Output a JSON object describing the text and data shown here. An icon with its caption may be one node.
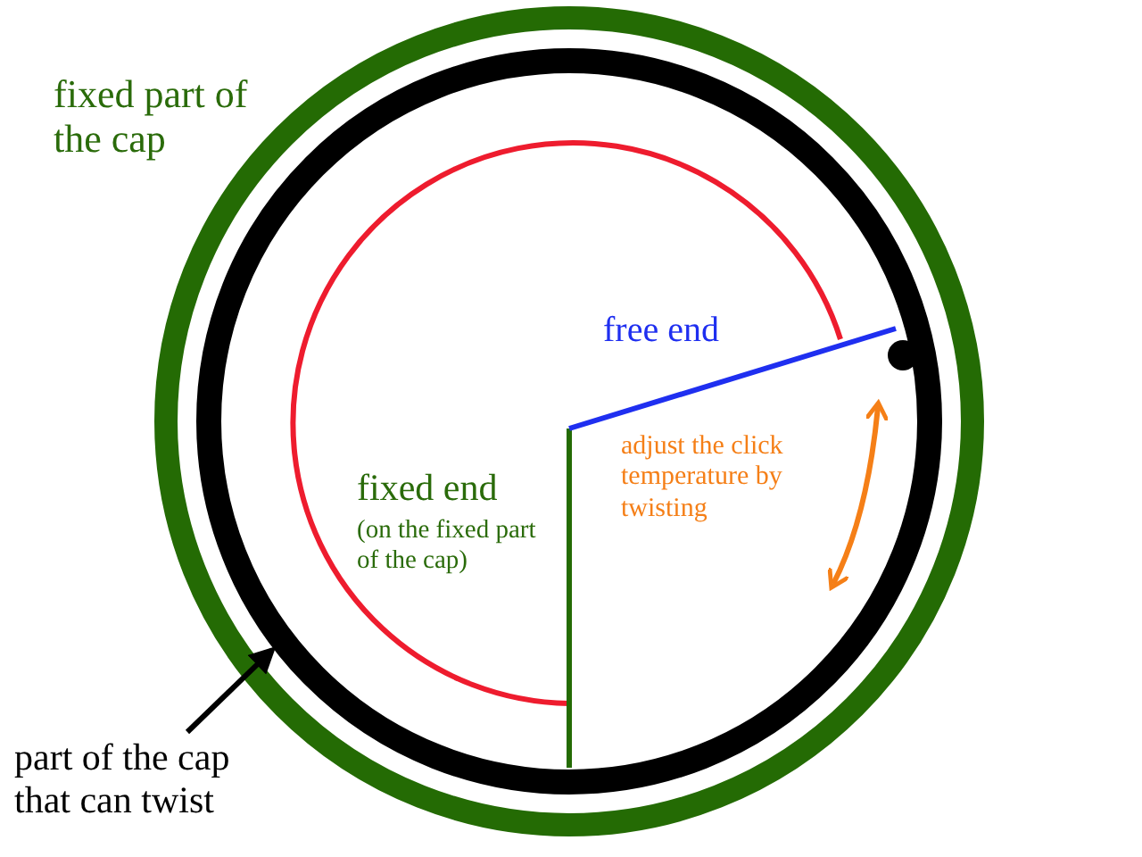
{
  "diagram": {
    "nodes": [
      {
        "text": [
          "part of the cap that can twist"
        ]
      },
      {
        "text": [],
        "shape": "circle"
      }
    ],
    "edges": [
      {
        "from": 0,
        "to": 1,
        "arrow": "to"
      }
    ],
    "labels": [
      "fixed part of the cap",
      "free end",
      "fixed end",
      "(on the fixed part of the cap)",
      "adjust the click temperature by twisting"
    ]
  }
}
